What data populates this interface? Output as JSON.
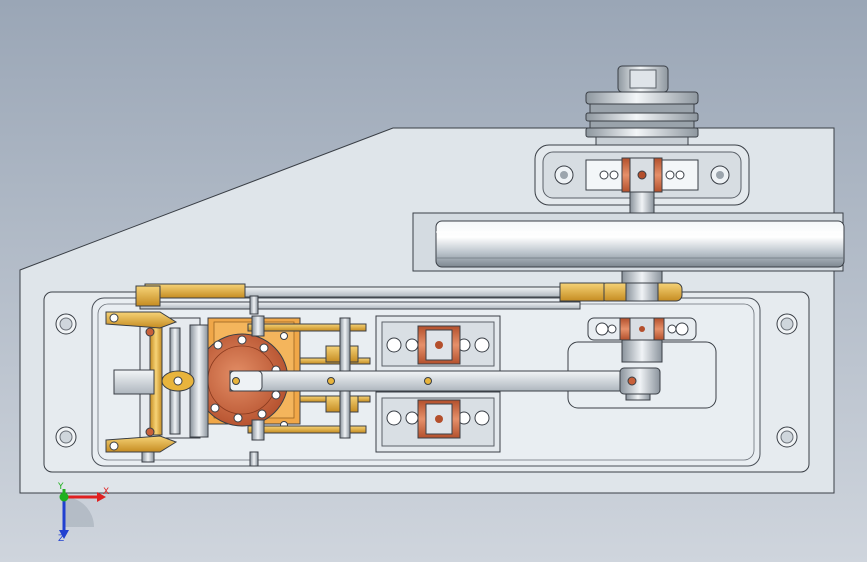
{
  "viewport": {
    "background_top": "#9aa6b6",
    "background_bottom": "#cfd5dd"
  },
  "colors": {
    "plate": "#dfe5ea",
    "plate_edge": "#3a3f46",
    "metal_light": "#eef2f5",
    "metal_mid": "#c9d0d7",
    "metal_dark": "#8c959e",
    "brass": "#e8b43c",
    "brass_dark": "#b5821e",
    "orange": "#f0a040",
    "copper": "#c8603a",
    "copper_light": "#e08a60",
    "rod": "#d6dbe0"
  },
  "triad": {
    "x_label": "X",
    "y_label": "Y",
    "z_label": "Z",
    "x_color": "#e02020",
    "y_color": "#20b020",
    "z_color": "#2040d0",
    "icon": "coordinate-triad-icon"
  }
}
